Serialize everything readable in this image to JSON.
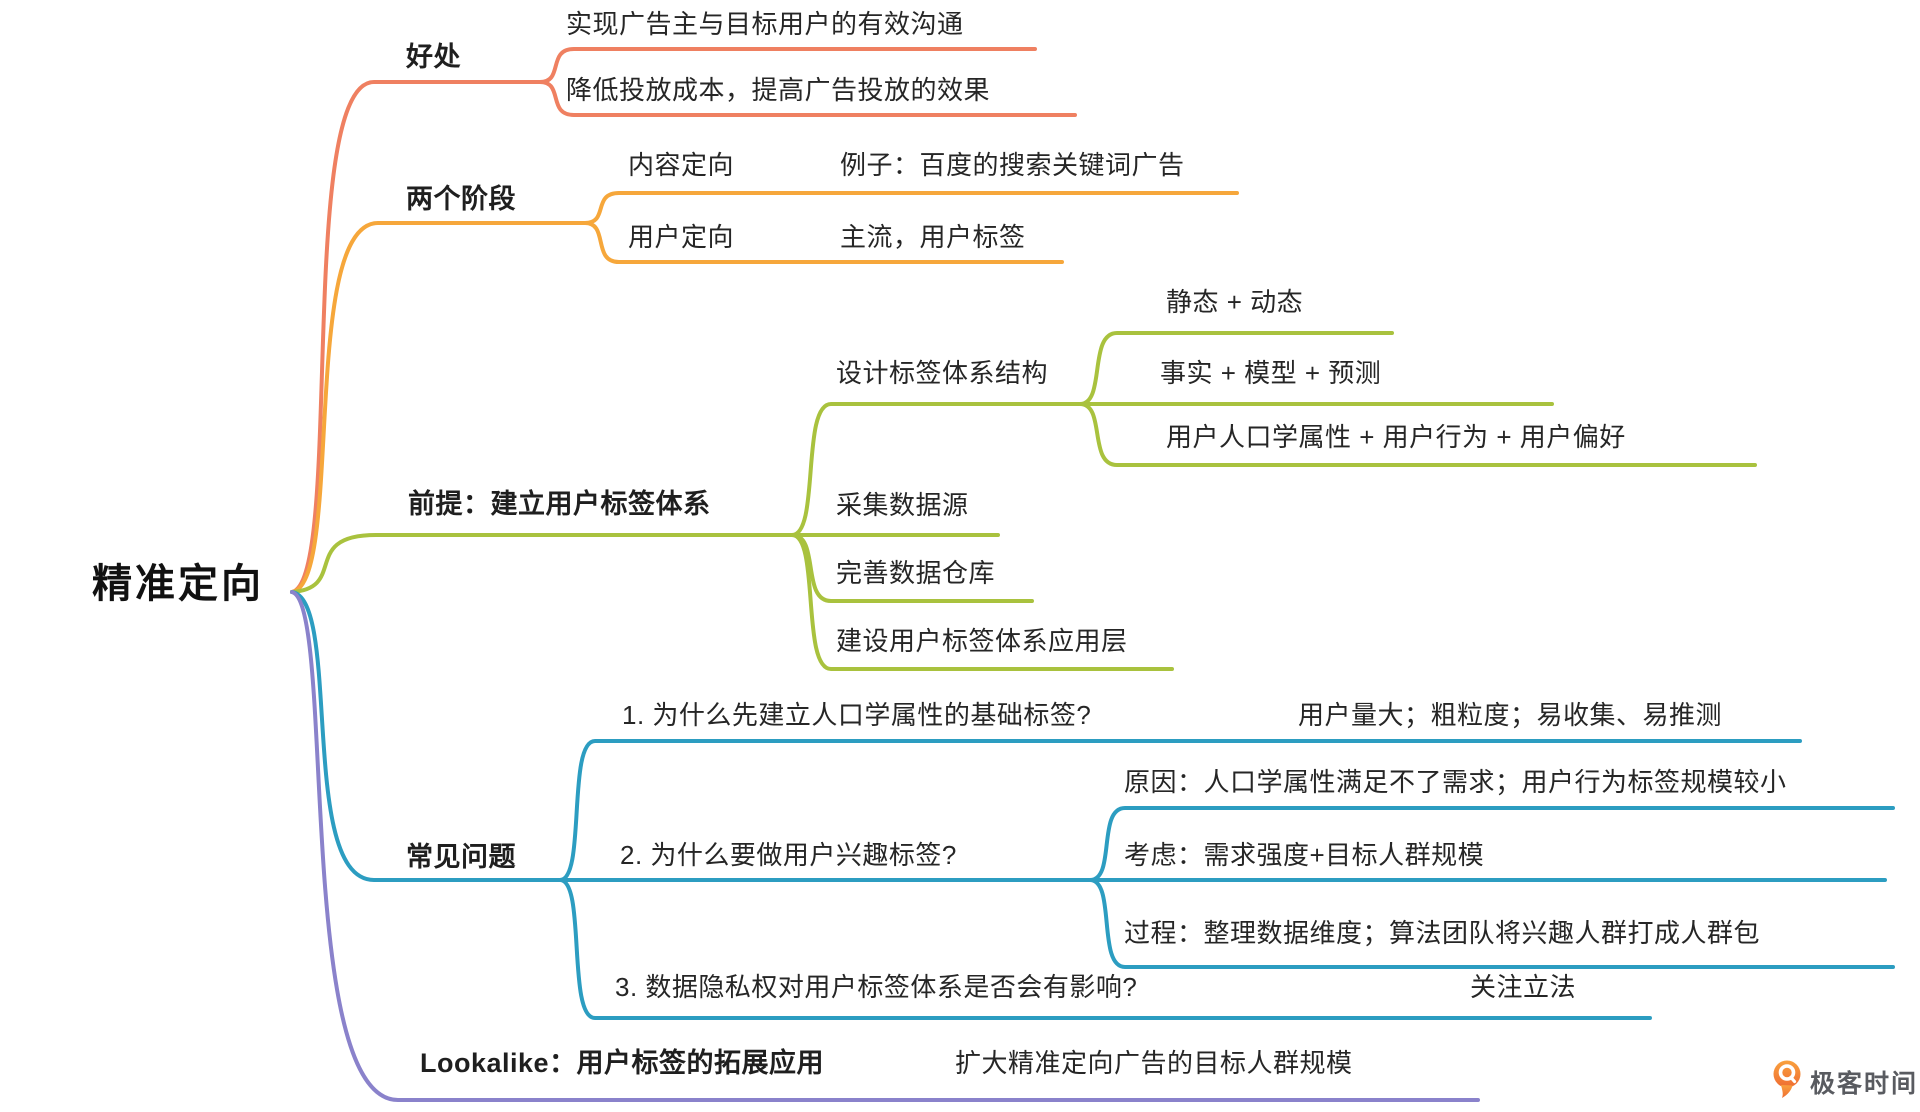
{
  "colors": {
    "benefits": "#EF8061",
    "stages": "#F6A73B",
    "prerequisite": "#A9C23E",
    "faq": "#2C9DC1",
    "lookalike": "#8A82CB",
    "logo_orange_top": "#F9A13E",
    "logo_orange_bottom": "#EF6D32",
    "brand_text": "#595B60"
  },
  "root": {
    "label": "精准定向"
  },
  "benefits": {
    "label": "好处",
    "items": [
      "实现广告主与目标用户的有效沟通",
      "降低投放成本，提高广告投放的效果"
    ]
  },
  "stages": {
    "label": "两个阶段",
    "items": [
      {
        "label": "内容定向",
        "note": "例子：百度的搜索关键词广告"
      },
      {
        "label": "用户定向",
        "note": "主流，用户标签"
      }
    ]
  },
  "prerequisite": {
    "label": "前提：建立用户标签体系",
    "design": {
      "label": "设计标签体系结构",
      "items": [
        "静态 + 动态",
        "事实 + 模型 + 预测",
        "用户人口学属性 + 用户行为 + 用户偏好"
      ]
    },
    "steps": [
      "采集数据源",
      "完善数据仓库",
      "建设用户标签体系应用层"
    ]
  },
  "faq": {
    "label": "常见问题",
    "q1": {
      "label": "1. 为什么先建立人口学属性的基础标签?",
      "answer": "用户量大；粗粒度；易收集、易推测"
    },
    "q2": {
      "label": "2. 为什么要做用户兴趣标签?",
      "items": [
        "原因：人口学属性满足不了需求；用户行为标签规模较小",
        "考虑：需求强度+目标人群规模",
        "过程：整理数据维度；算法团队将兴趣人群打成人群包"
      ]
    },
    "q3": {
      "label": "3. 数据隐私权对用户标签体系是否会有影响?",
      "answer": "关注立法"
    }
  },
  "lookalike": {
    "label": "Lookalike：用户标签的拓展应用",
    "note": "扩大精准定向广告的目标人群规模"
  },
  "watermark": {
    "brand": "极客时间",
    "icon": "geektime-logo"
  }
}
